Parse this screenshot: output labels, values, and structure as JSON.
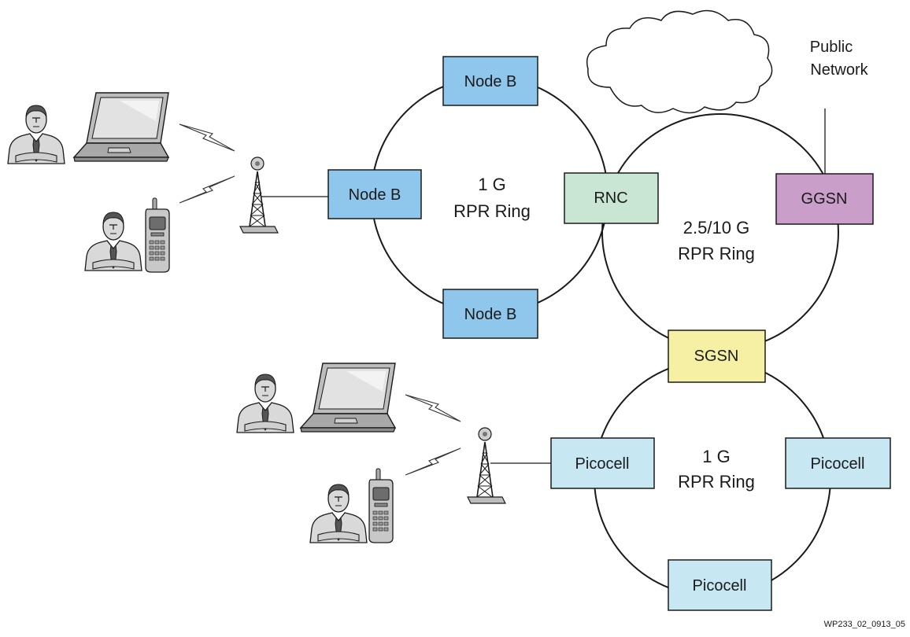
{
  "colors": {
    "node_b": "#8fc7ec",
    "rnc": "#c9e6d3",
    "ggsn": "#c99fc9",
    "sgsn": "#f5f0a3",
    "picocell": "#c7e8f3",
    "cloud": "#ffffff"
  },
  "rings": {
    "ring_access": {
      "line1": "1 G",
      "line2": "RPR Ring"
    },
    "ring_core": {
      "line1": "2.5/10 G",
      "line2": "RPR Ring"
    },
    "ring_pico": {
      "line1": "1 G",
      "line2": "RPR Ring"
    }
  },
  "nodes": {
    "node_b_top": "Node B",
    "node_b_mid": "Node B",
    "node_b_bottom": "Node B",
    "rnc": "RNC",
    "ggsn": "GGSN",
    "sgsn": "SGSN",
    "picocell_left": "Picocell",
    "picocell_right": "Picocell",
    "picocell_bottom": "Picocell"
  },
  "cloud": {
    "line1": "Public",
    "line2": "Network"
  },
  "figure_id": "WP233_02_0913_05",
  "icons": [
    "user-icon",
    "laptop-icon",
    "cell-phone-icon",
    "antenna-tower-icon",
    "wireless-signal-icon",
    "cloud-icon"
  ]
}
